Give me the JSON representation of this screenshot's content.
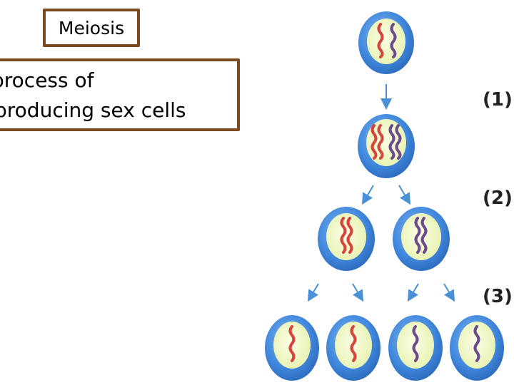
{
  "title": "Meiosis",
  "definition": {
    "line1": "process of",
    "line2": "producing sex cells"
  },
  "steps": [
    {
      "label": "(1)"
    },
    {
      "label": "(2)"
    },
    {
      "label": "(3)"
    }
  ],
  "colors": {
    "box_border": "#7a4a1e",
    "cell_outer": "#3f86dc",
    "cell_nucleus": "#f2f8c8",
    "chromosome_red": "#d9433a",
    "chromosome_purple": "#6d4a8e",
    "arrow": "#4a90d9"
  }
}
